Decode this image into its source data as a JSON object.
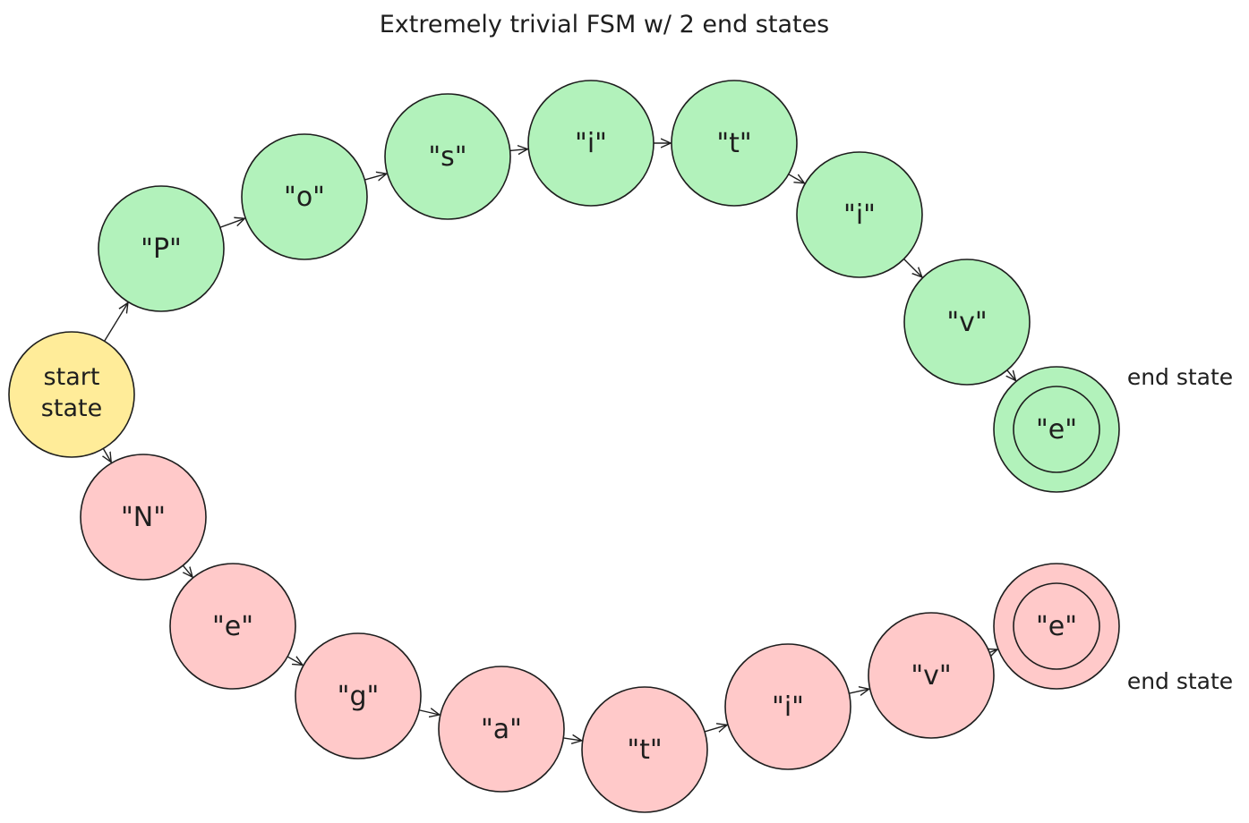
{
  "title": "Extremely trivial FSM w/ 2 end states",
  "colors": {
    "green": "#b2f2bb",
    "red": "#ffc9c9",
    "yellow": "#ffec99",
    "stroke": "#1e1e1e"
  },
  "start": {
    "lines": [
      "start",
      "state"
    ]
  },
  "positive": {
    "states": [
      "\"P\"",
      "\"o\"",
      "\"s\"",
      "\"i\"",
      "\"t\"",
      "\"i\"",
      "\"v\"",
      "\"e\""
    ],
    "end_label": "end state"
  },
  "negative": {
    "states": [
      "\"N\"",
      "\"e\"",
      "\"g\"",
      "\"a\"",
      "\"t\"",
      "\"i\"",
      "\"v\"",
      "\"e\""
    ],
    "end_label": "end state"
  }
}
